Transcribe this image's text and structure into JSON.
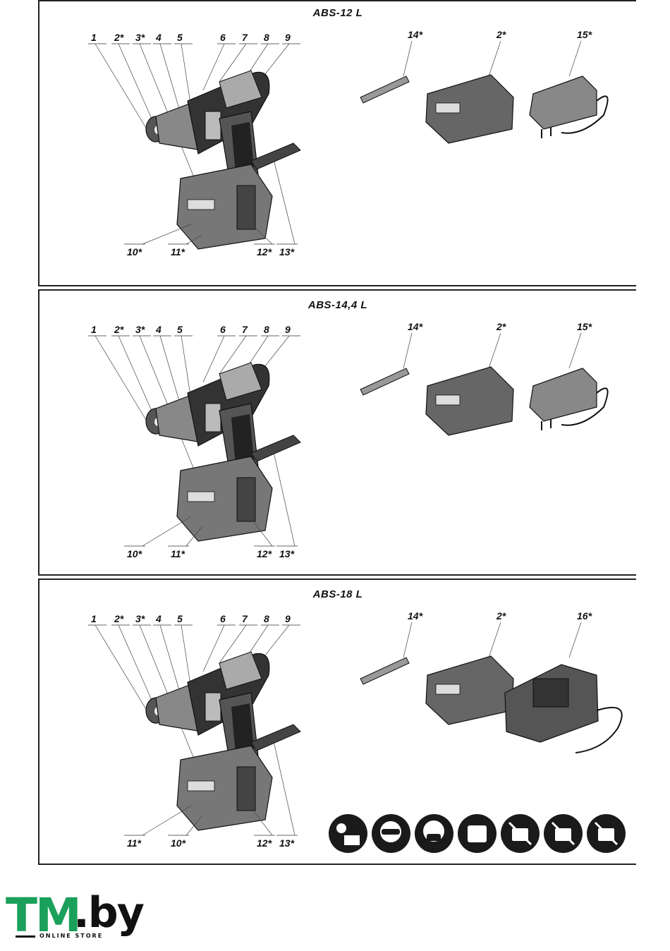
{
  "panels": [
    {
      "title": "ABS-12 L",
      "top_labels": [
        "1",
        "2*",
        "3*",
        "4",
        "5",
        "6",
        "7",
        "8",
        "9"
      ],
      "bottom_labels": [
        "10*",
        "11*",
        "12*",
        "13*"
      ],
      "accessory_labels": [
        "14*",
        "2*",
        "15*"
      ]
    },
    {
      "title": "ABS-14,4 L",
      "top_labels": [
        "1",
        "2*",
        "3*",
        "4",
        "5",
        "6",
        "7",
        "8",
        "9"
      ],
      "bottom_labels": [
        "10*",
        "11*",
        "12*",
        "13*"
      ],
      "accessory_labels": [
        "14*",
        "2*",
        "15*"
      ]
    },
    {
      "title": "ABS-18 L",
      "top_labels": [
        "1",
        "2*",
        "3*",
        "4",
        "5",
        "6",
        "7",
        "8",
        "9"
      ],
      "bottom_labels": [
        "11*",
        "10*",
        "12*",
        "13*"
      ],
      "accessory_labels": [
        "14*",
        "2*",
        "16*"
      ]
    }
  ],
  "safety_icons": [
    "read-manual-icon",
    "safety-goggles-icon",
    "dust-mask-icon",
    "max-temperature-icon",
    "no-water-icon",
    "no-trash-icon",
    "no-fire-icon"
  ],
  "logo": {
    "main": "TM",
    "suffix": ".by",
    "tagline": "ONLINE STORE"
  }
}
